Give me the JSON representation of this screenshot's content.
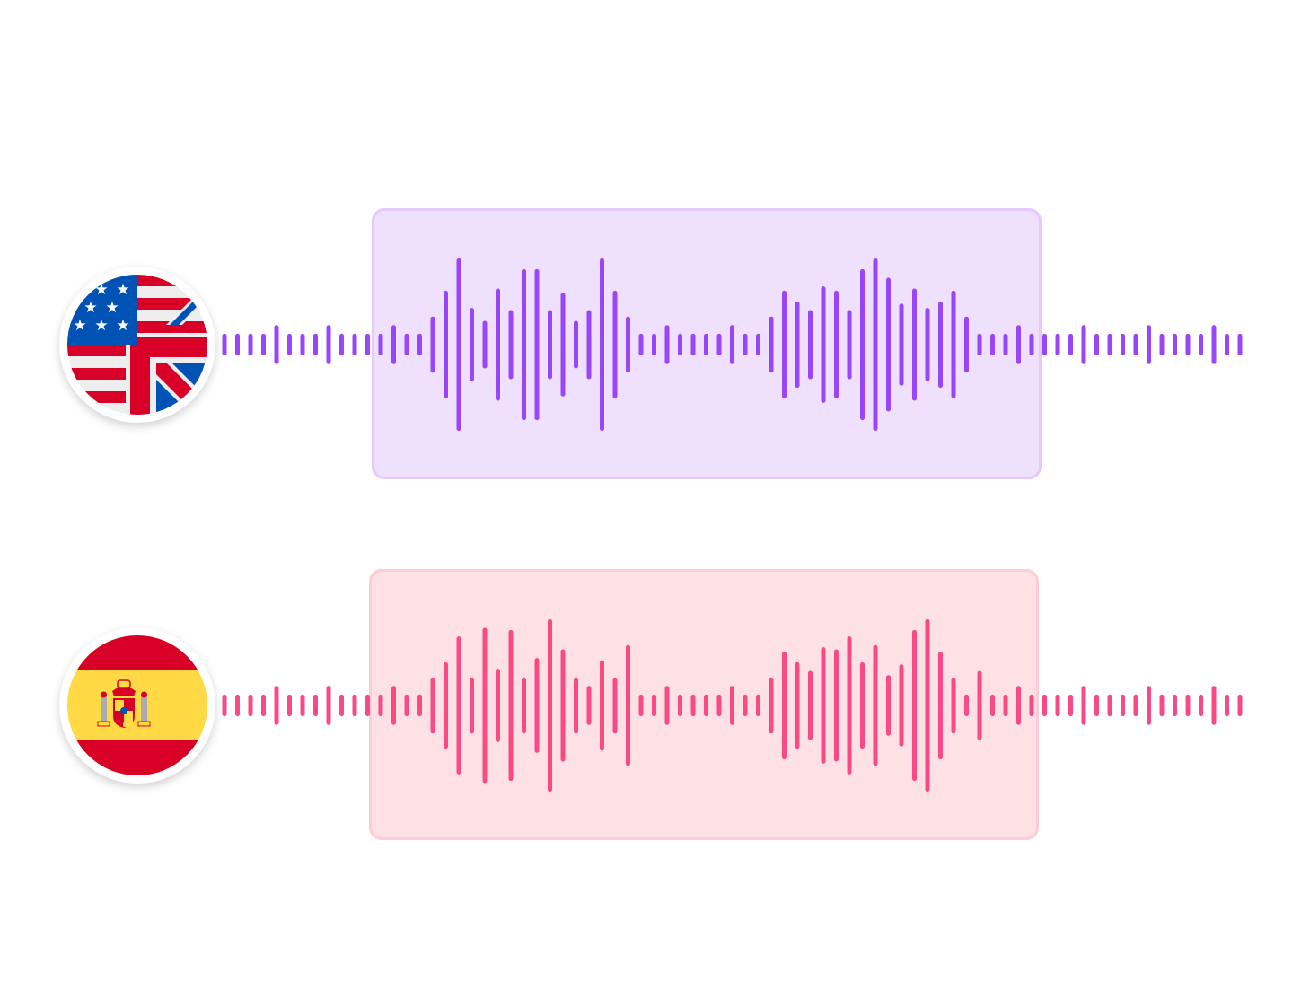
{
  "tracks": [
    {
      "id": "en",
      "flag_icon": "us-uk-flag-icon",
      "wave_color": "#9945f8",
      "highlight_fill": "#efe0fd",
      "highlight_border": "#e4cafc",
      "levels": [
        0.2,
        0.2,
        0.2,
        0.2,
        0.4,
        0.2,
        0.2,
        0.2,
        0.4,
        0.2,
        0.2,
        0.2,
        0.2,
        0.4,
        0.2,
        0.2,
        0.6,
        1.2,
        1.95,
        0.8,
        0.5,
        1.25,
        0.75,
        1.7,
        1.7,
        0.75,
        1.15,
        0.5,
        0.75,
        1.95,
        1.2,
        0.6,
        0.2,
        0.2,
        0.4,
        0.2,
        0.2,
        0.2,
        0.2,
        0.4,
        0.2,
        0.2,
        0.6,
        1.2,
        0.95,
        0.75,
        1.3,
        1.2,
        0.75,
        1.7,
        1.95,
        1.5,
        0.9,
        1.25,
        0.8,
        0.95,
        1.2,
        0.6,
        0.2,
        0.2,
        0.2,
        0.4,
        0.2,
        0.2,
        0.2,
        0.2,
        0.4,
        0.2,
        0.2,
        0.2,
        0.2,
        0.4,
        0.2,
        0.2,
        0.2,
        0.2,
        0.4,
        0.2,
        0.2
      ]
    },
    {
      "id": "es",
      "flag_icon": "spain-flag-icon",
      "wave_color": "#f94a85",
      "highlight_fill": "#fee1e5",
      "highlight_border": "#fdccd4",
      "levels": [
        0.2,
        0.2,
        0.2,
        0.2,
        0.4,
        0.2,
        0.2,
        0.2,
        0.4,
        0.2,
        0.2,
        0.2,
        0.2,
        0.4,
        0.2,
        0.2,
        0.6,
        0.95,
        1.55,
        0.6,
        1.75,
        0.8,
        1.7,
        0.6,
        1.05,
        1.95,
        1.25,
        0.6,
        0.4,
        1.0,
        0.6,
        1.35,
        0.2,
        0.2,
        0.4,
        0.2,
        0.2,
        0.2,
        0.2,
        0.4,
        0.2,
        0.2,
        0.6,
        1.2,
        0.95,
        0.75,
        1.3,
        1.25,
        1.55,
        0.95,
        1.35,
        0.65,
        0.9,
        1.7,
        1.95,
        1.2,
        0.6,
        0.2,
        0.75,
        0.2,
        0.2,
        0.4,
        0.2,
        0.2,
        0.2,
        0.2,
        0.4,
        0.2,
        0.2,
        0.2,
        0.2,
        0.4,
        0.2,
        0.2,
        0.2,
        0.2,
        0.4,
        0.2,
        0.2
      ]
    }
  ]
}
